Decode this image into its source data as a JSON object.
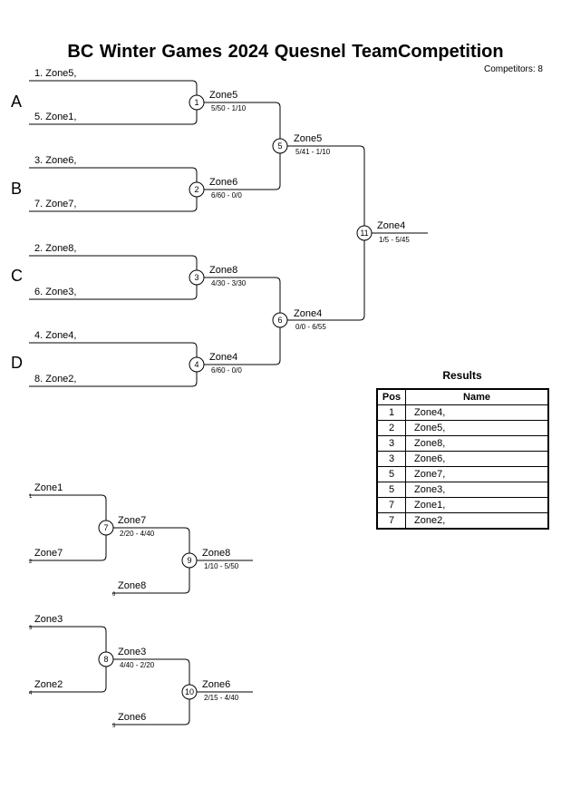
{
  "header": {
    "title": "BC Winter Games  2024  Quesnel   TeamCompetition",
    "competitors": "Competitors: 8"
  },
  "pools": [
    "A",
    "B",
    "C",
    "D"
  ],
  "entries": [
    "1.  Zone5,",
    "5.  Zone1,",
    "3.  Zone6,",
    "7.  Zone7,",
    "2.  Zone8,",
    "6.  Zone3,",
    "4.  Zone4,",
    "8.  Zone2,"
  ],
  "matches": [
    {
      "num": "1",
      "winner": "Zone5",
      "score": "5/50 - 1/10"
    },
    {
      "num": "2",
      "winner": "Zone6",
      "score": "6/60 - 0/0"
    },
    {
      "num": "3",
      "winner": "Zone8",
      "score": "4/30 - 3/30"
    },
    {
      "num": "4",
      "winner": "Zone4",
      "score": "6/60 - 0/0"
    },
    {
      "num": "5",
      "winner": "Zone5",
      "score": "5/41 - 1/10"
    },
    {
      "num": "6",
      "winner": "Zone4",
      "score": "0/0 - 6/55"
    },
    {
      "num": "11",
      "winner": "Zone4",
      "score": "1/5 - 5/45"
    }
  ],
  "repechage": {
    "entries": [
      {
        "name": "Zone1",
        "seed": "1"
      },
      {
        "name": "Zone7",
        "seed": "2"
      },
      {
        "name": "Zone8",
        "seed": "6"
      },
      {
        "name": "Zone3",
        "seed": "3"
      },
      {
        "name": "Zone2",
        "seed": "4"
      },
      {
        "name": "Zone6",
        "seed": "5"
      }
    ],
    "matches": [
      {
        "num": "7",
        "winner": "Zone7",
        "score": "2/20 - 4/40"
      },
      {
        "num": "9",
        "winner": "Zone8",
        "score": "1/10 - 5/50"
      },
      {
        "num": "8",
        "winner": "Zone3",
        "score": "4/40 - 2/20"
      },
      {
        "num": "10",
        "winner": "Zone6",
        "score": "2/15 - 4/40"
      }
    ]
  },
  "results": {
    "title": "Results",
    "headers": {
      "pos": "Pos",
      "name": "Name"
    },
    "rows": [
      {
        "pos": "1",
        "name": "Zone4,"
      },
      {
        "pos": "2",
        "name": "Zone5,"
      },
      {
        "pos": "3",
        "name": "Zone8,"
      },
      {
        "pos": "3",
        "name": "Zone6,"
      },
      {
        "pos": "5",
        "name": "Zone7,"
      },
      {
        "pos": "5",
        "name": "Zone3,"
      },
      {
        "pos": "7",
        "name": "Zone1,"
      },
      {
        "pos": "7",
        "name": "Zone2,"
      }
    ]
  }
}
